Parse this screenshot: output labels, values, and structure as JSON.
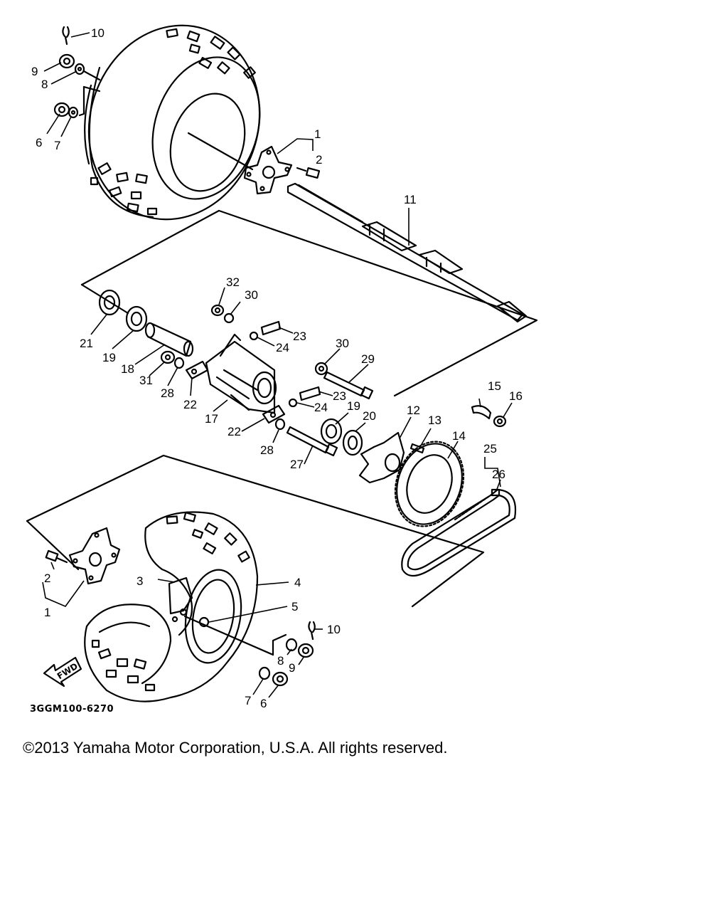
{
  "diagram": {
    "drawing_code": "3GGM100-6270",
    "fwd_label": "FWD",
    "callouts": [
      "10",
      "9",
      "8",
      "6",
      "7",
      "1",
      "2",
      "11",
      "32",
      "30",
      "21",
      "19",
      "18",
      "31",
      "28",
      "22",
      "23",
      "24",
      "30",
      "29",
      "17",
      "23",
      "24",
      "19",
      "20",
      "12",
      "13",
      "14",
      "15",
      "16",
      "22",
      "28",
      "27",
      "25",
      "26",
      "2",
      "1",
      "3",
      "4",
      "5",
      "10",
      "8",
      "9",
      "7",
      "6"
    ]
  },
  "footer": {
    "copyright": "©2013 Yamaha Motor Corporation, U.S.A. All rights reserved."
  }
}
